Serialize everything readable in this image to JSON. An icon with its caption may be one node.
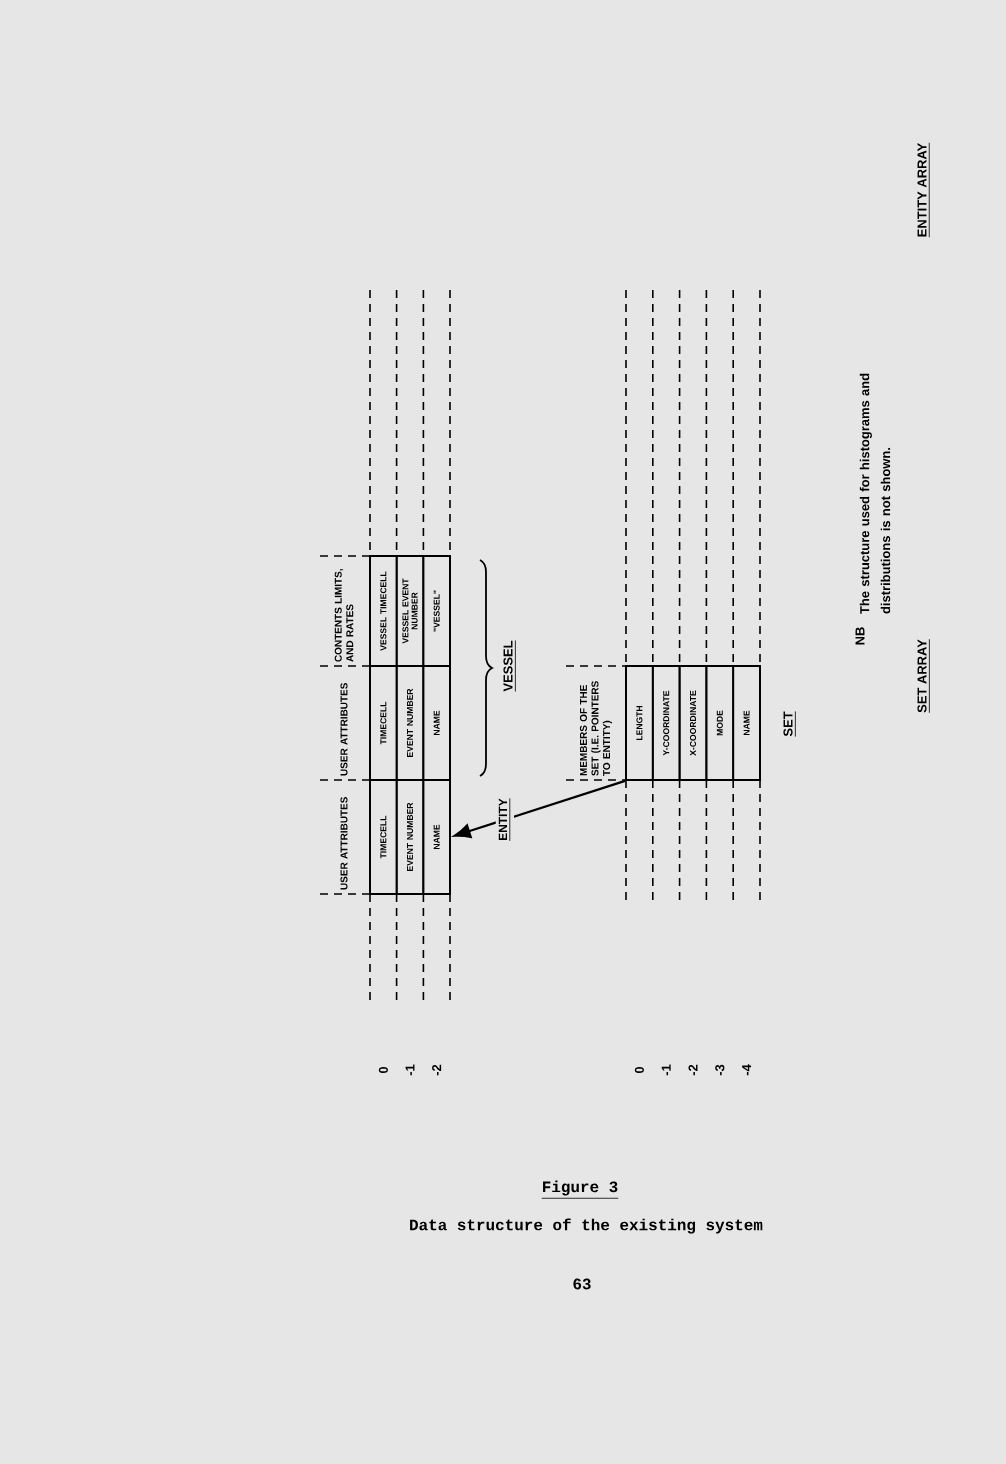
{
  "diagram": {
    "title": "Figure 3",
    "caption": "Data structure of the existing system",
    "nodes": [
      {
        "text": [
          "USER ATTRIBUTES"
        ]
      },
      {
        "text": [
          "TIMECELL"
        ],
        "in": 0
      },
      {
        "text": [
          "EVENT NUMBER"
        ],
        "in": 0
      },
      {
        "text": [
          "NAME"
        ],
        "in": 0
      },
      {
        "text": [
          "USER ATTRIBUTES"
        ]
      },
      {
        "text": [
          "TIMECELL"
        ],
        "in": 4
      },
      {
        "text": [
          "EVENT NUMBER"
        ],
        "in": 4
      },
      {
        "text": [
          "NAME"
        ],
        "in": 4
      },
      {
        "text": [
          "CONTENTS LIMITS, AND RATES"
        ]
      },
      {
        "text": [
          "VESSEL TIMECELL"
        ],
        "in": 8
      },
      {
        "text": [
          "VESSEL EVENT NUMBER"
        ],
        "in": 8
      },
      {
        "text": [
          "\"VESSEL\""
        ],
        "in": 8
      },
      {
        "text": [
          "MEMBERS OF THE SET (I.E. POINTERS TO ENTITY)"
        ]
      },
      {
        "text": [
          "LENGTH"
        ],
        "in": 12
      },
      {
        "text": [
          "Y-COORDINATE"
        ],
        "in": 12
      },
      {
        "text": [
          "X-COORDINATE"
        ],
        "in": 12
      },
      {
        "text": [
          "MODE"
        ],
        "in": 12
      },
      {
        "text": [
          "NAME"
        ],
        "in": 12
      }
    ],
    "edges": [
      {
        "from": 13,
        "to": 3,
        "arrow": "to",
        "label": "ENTITY"
      }
    ],
    "labels": [
      "ENTITY ARRAY",
      "VESSEL",
      "0",
      "-1",
      "-2",
      "SET ARRAY",
      "NB",
      "The structure used for histograms and distributions is not shown.",
      "SET",
      "0",
      "-1",
      "-2",
      "-3",
      "-4",
      "63"
    ]
  }
}
